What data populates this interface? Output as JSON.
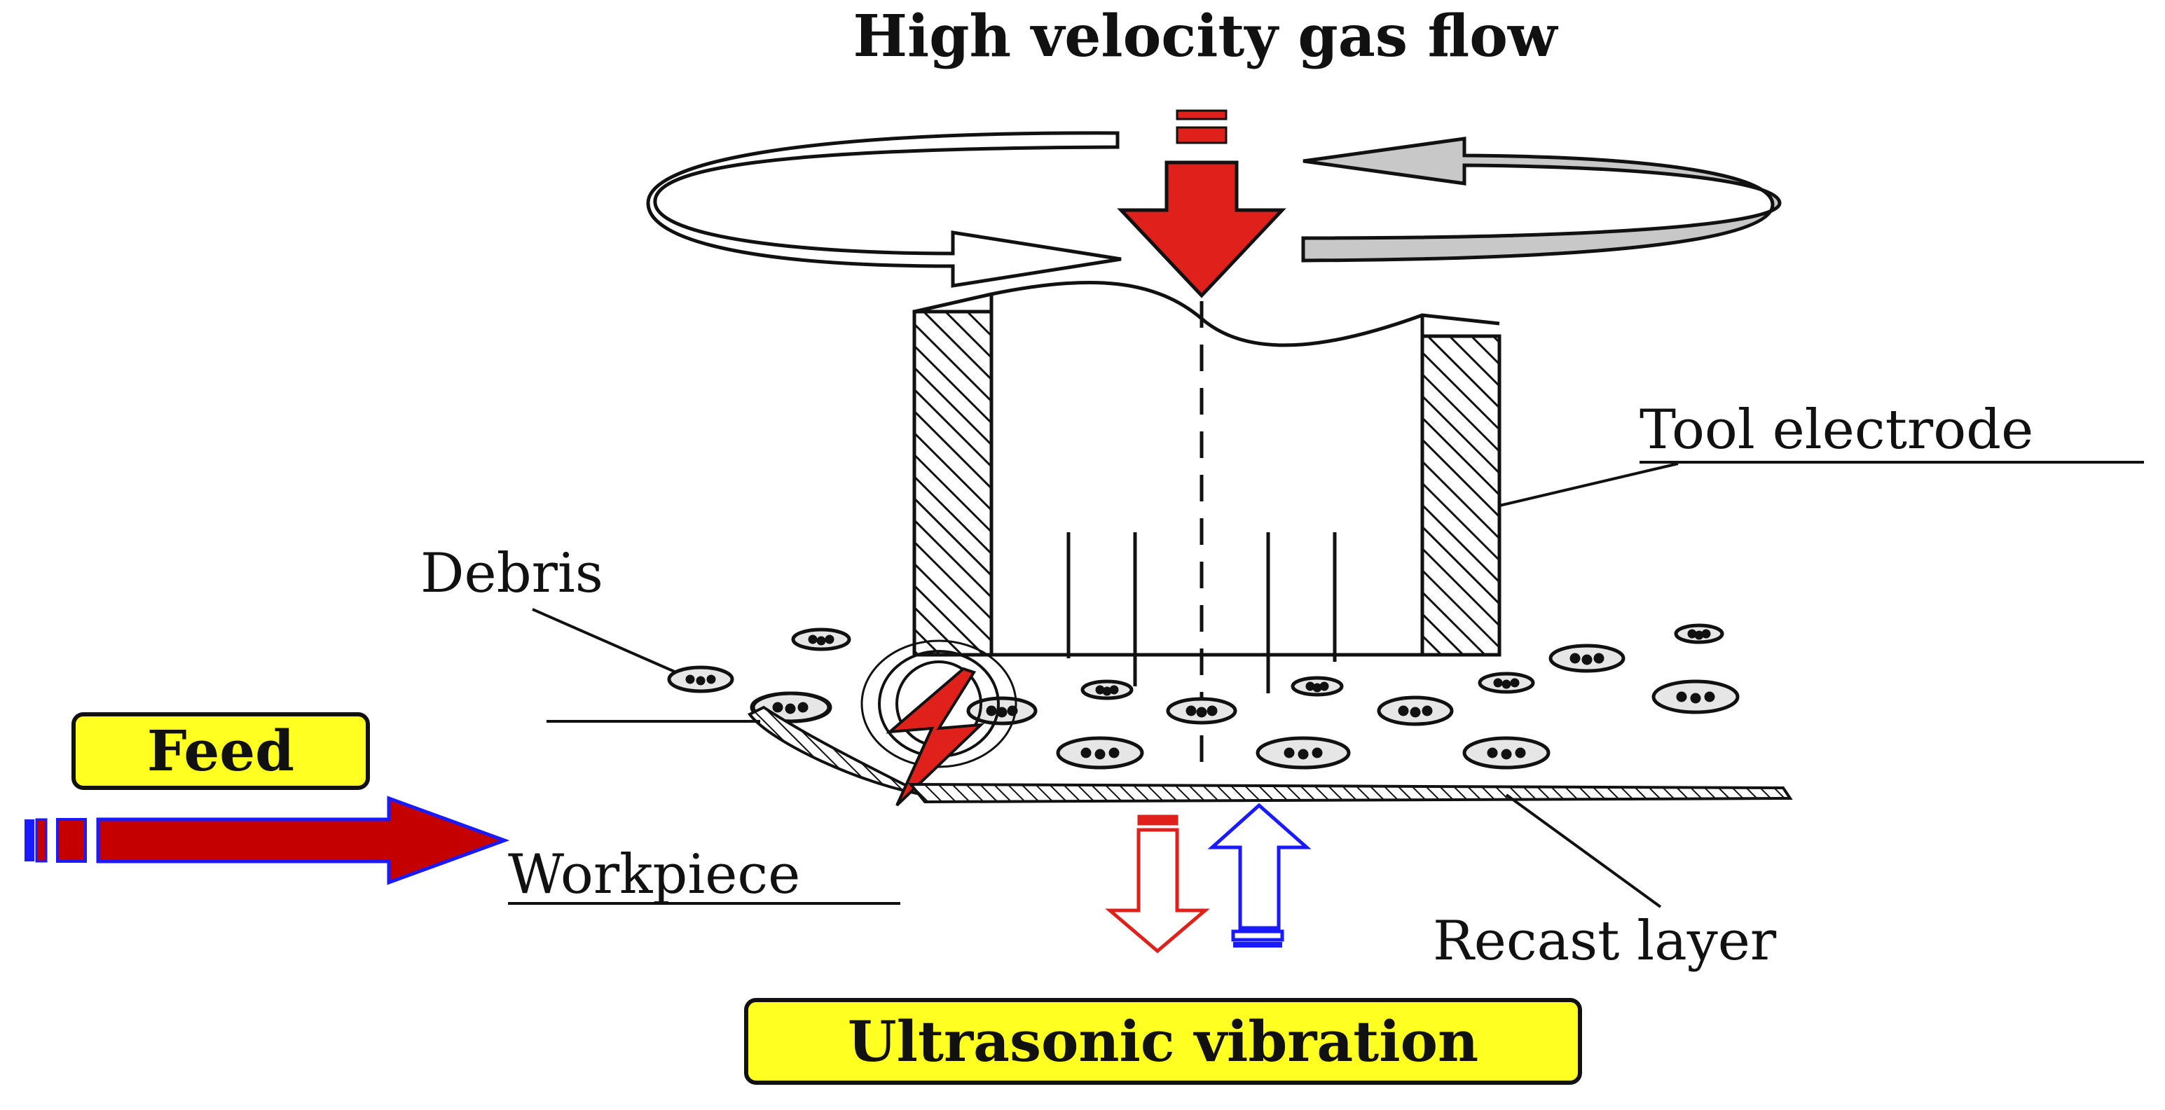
{
  "labels": {
    "title": "High velocity gas flow",
    "tool_electrode": "Tool electrode",
    "debris": "Debris",
    "feed": "Feed",
    "workpiece": "Workpiece",
    "recast_layer": "Recast layer",
    "ultrasonic_vibration": "Ultrasonic vibration"
  },
  "colors": {
    "red": "#e0201a",
    "dark_red": "#c40000",
    "blue": "#1a1aff",
    "yellow": "#ffff22",
    "gray": "#c8c8c8",
    "black": "#111111"
  }
}
